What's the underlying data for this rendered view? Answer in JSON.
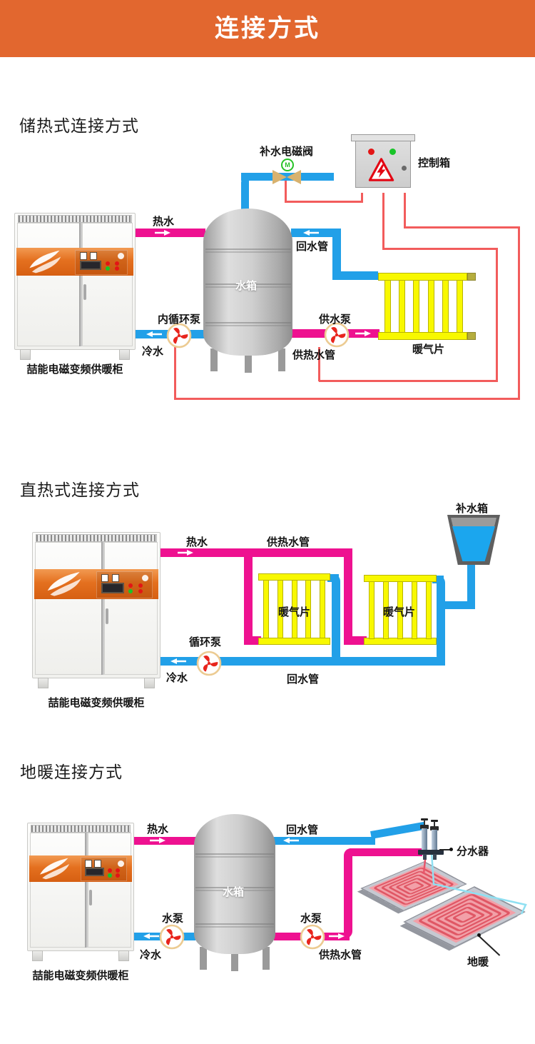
{
  "banner": {
    "title": "连接方式"
  },
  "colors": {
    "banner_bg": "#e2672f",
    "hot_pipe": "#ee1190",
    "cold_pipe": "#22a0e8",
    "makeup_pipe_cyan": "#8fe0f2",
    "radiator_yellow": "#f8f800",
    "control_wire_red": "#f25c5c",
    "pump_blade_red": "#e8251d",
    "valve_body_tan": "#d8b26e",
    "cabinet_band_orange": "#e4701f",
    "floor_coil": "#e05765"
  },
  "cabinet": {
    "label": "喆能电磁变频供暖柜"
  },
  "sections": {
    "s1": {
      "heading": "储热式连接方式",
      "valve_symbol": "M",
      "labels": {
        "valve": "补水电磁阀",
        "control_box": "控制箱",
        "hot_water": "热水",
        "return_pipe": "回水管",
        "tank": "水箱",
        "inner_pump": "内循环泵",
        "cold_water": "冷水",
        "supply_pump": "供水泵",
        "supply_pipe": "供热水管",
        "radiator": "暖气片"
      }
    },
    "s2": {
      "heading": "直热式连接方式",
      "labels": {
        "hot_water": "热水",
        "supply_pipe": "供热水管",
        "makeup_tank": "补水箱",
        "radiator_1": "暖气片",
        "radiator_2": "暖气片",
        "circ_pump": "循环泵",
        "cold_water": "冷水",
        "return_pipe": "回水管"
      }
    },
    "s3": {
      "heading": "地暖连接方式",
      "labels": {
        "hot_water": "热水",
        "return_pipe": "回水管",
        "manifold": "分水器",
        "tank": "水箱",
        "pump_left": "水泵",
        "cold_water": "冷水",
        "pump_right": "水泵",
        "supply_pipe": "供热水管",
        "floor_heating": "地暖"
      }
    }
  }
}
